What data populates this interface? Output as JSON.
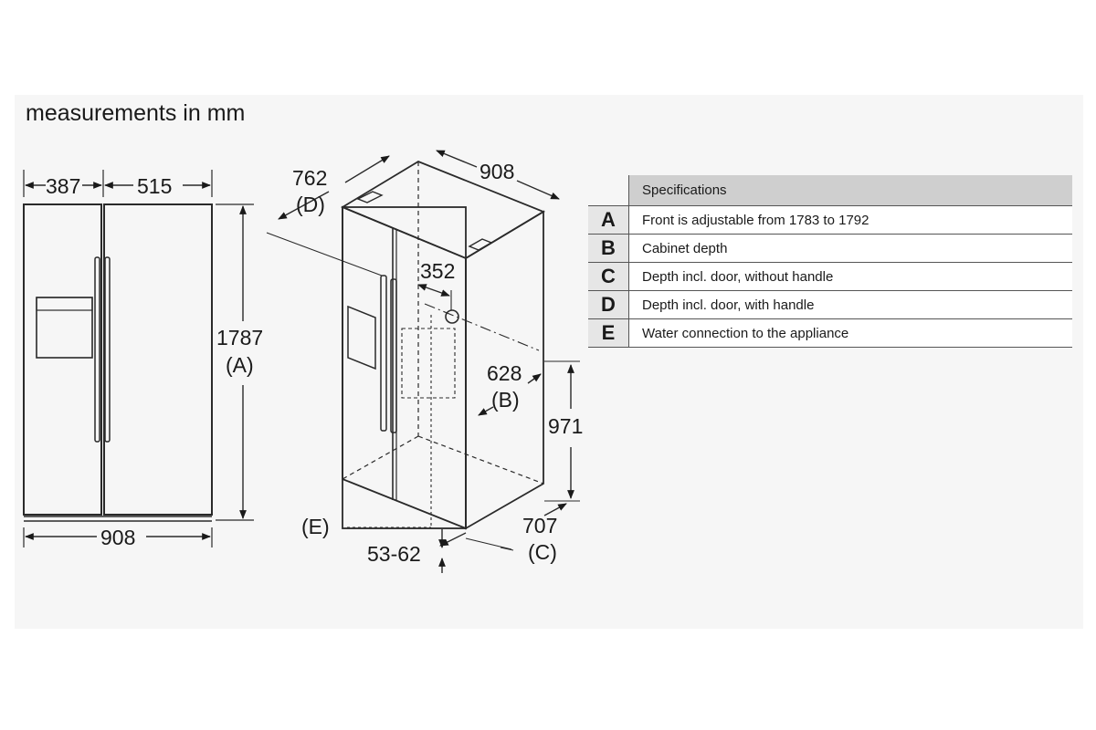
{
  "title": "measurements in mm",
  "front_view": {
    "width_left": "387",
    "width_right": "515",
    "height_value": "1787",
    "height_letter": "(A)",
    "total_width": "908"
  },
  "iso_view": {
    "depth_with_handle_value": "762",
    "depth_with_handle_letter": "(D)",
    "top_width": "908",
    "water_offset": "352",
    "cabinet_depth_value": "628",
    "cabinet_depth_letter": "(B)",
    "connection_height": "971",
    "depth_no_handle_value": "707",
    "depth_no_handle_letter": "(C)",
    "water_letter": "(E)",
    "adjust_range": "53-62"
  },
  "table": {
    "header": "Specifications",
    "rows": [
      {
        "letter": "A",
        "text": "Front is adjustable from 1783 to 1792"
      },
      {
        "letter": "B",
        "text": "Cabinet depth"
      },
      {
        "letter": "C",
        "text": "Depth incl. door, without handle"
      },
      {
        "letter": "D",
        "text": "Depth incl. door, with handle"
      },
      {
        "letter": "E",
        "text": "Water connection to the appliance"
      }
    ]
  }
}
